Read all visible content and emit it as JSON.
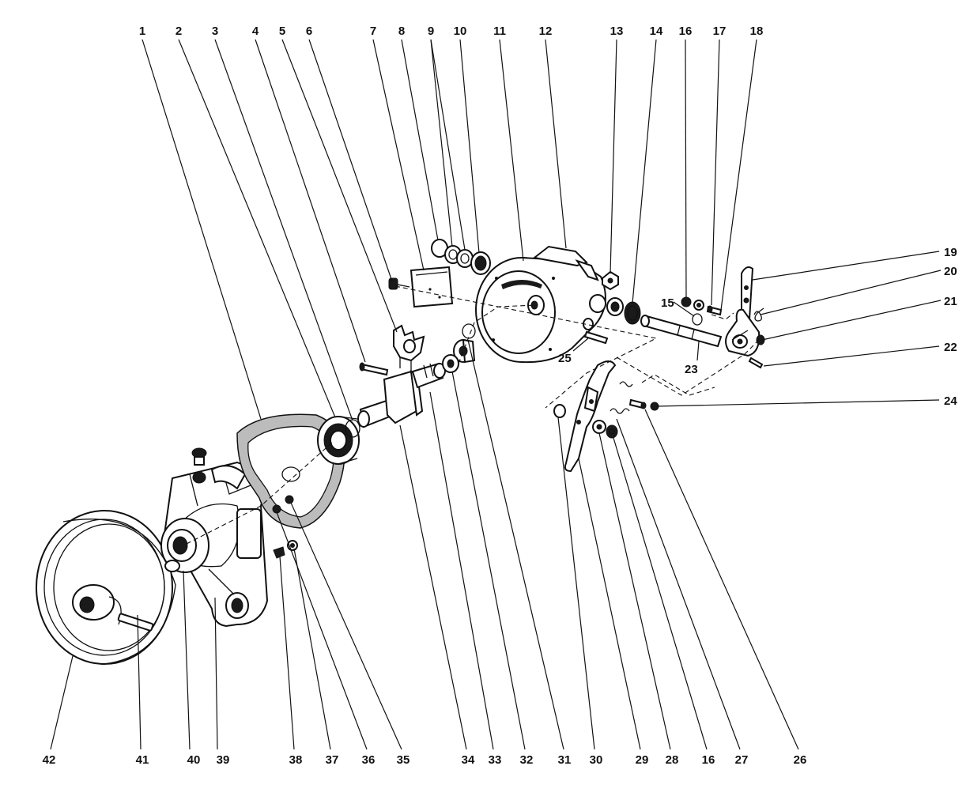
{
  "labels": {
    "top": [
      "1",
      "2",
      "3",
      "4",
      "5",
      "6",
      "7",
      "8",
      "9",
      "10",
      "11",
      "12",
      "13",
      "14",
      "16",
      "17",
      "18"
    ],
    "right": [
      "19",
      "20",
      "21",
      "22",
      "24"
    ],
    "bottom": [
      "42",
      "41",
      "40",
      "39",
      "38",
      "37",
      "36",
      "35",
      "34",
      "33",
      "32",
      "31",
      "30",
      "29",
      "28",
      "16",
      "27",
      "26"
    ],
    "inner": [
      "15",
      "23",
      "25"
    ]
  }
}
